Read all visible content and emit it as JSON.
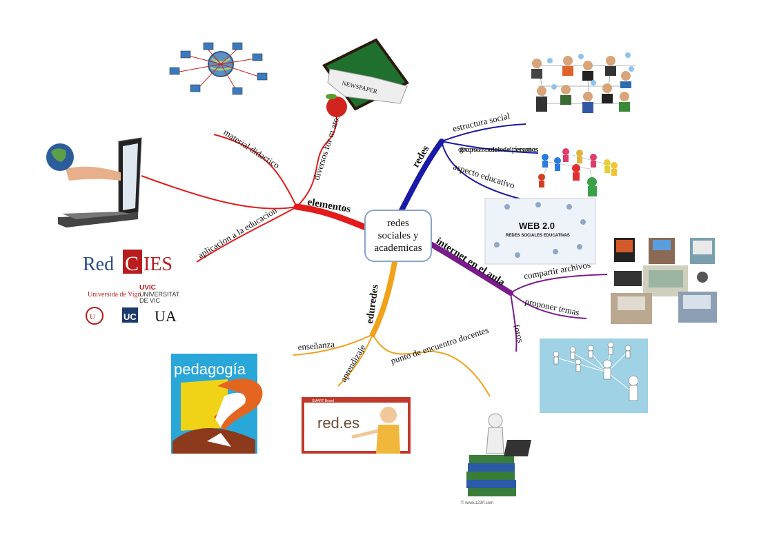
{
  "central": {
    "line1": "redes",
    "line2": "sociales y",
    "line3": "academicas"
  },
  "branches": {
    "elementos": {
      "label": "elementos",
      "color": "#e31b1b",
      "children": [
        "material didactico",
        "diversos for m atos",
        "aplicacion a la educacion"
      ]
    },
    "redes": {
      "label": "redes",
      "color": "#1a1aa8",
      "children": [
        "estructura social",
        "aspecto educativo"
      ]
    },
    "internet": {
      "label": "internet en el aula",
      "color": "#7a1b8c",
      "children": [
        "compartir archivos",
        "proponer temas",
        "foros"
      ]
    },
    "eduredes": {
      "label": "eduredes",
      "color": "#f2a11a",
      "children": [
        "enseñanza",
        "aprendizaje",
        "punto de encuentro docentes"
      ]
    }
  },
  "images": {
    "redcies": {
      "red": "Red",
      "c": "C",
      "ies": "IES",
      "vigo": "Universida de Vigo",
      "uvic_head": "UVIC",
      "uvic_line1": "UNIVERSITAT",
      "uvic_line2": "DE VIC",
      "uc": "UC",
      "ua": "UA"
    },
    "newspaper": "NEWSPAPER",
    "web20": {
      "title": "WEB 2.0",
      "sub": "REDES SOCIALES EDUCATIVAS"
    },
    "pedagogia": "pedagogía",
    "redes_board": {
      "text": "red.es",
      "brand": "SMART Board"
    },
    "copyright": "© www.123rf.com"
  }
}
